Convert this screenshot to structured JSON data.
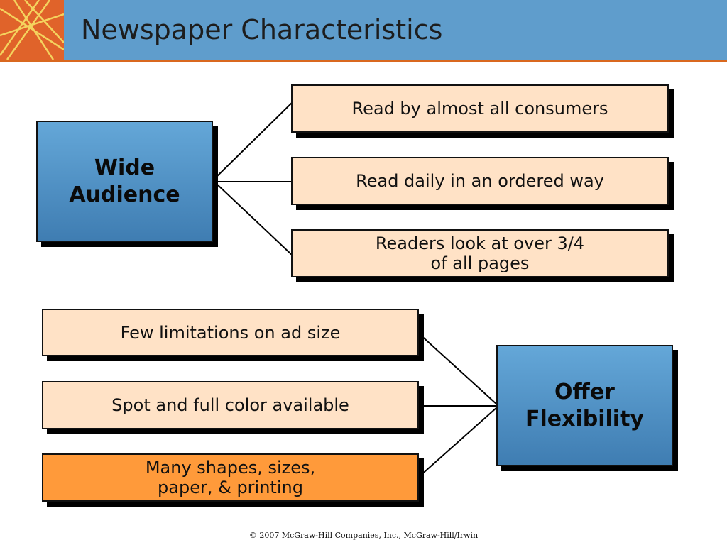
{
  "slide": {
    "title": "Newspaper Characteristics",
    "footer": "© 2007 McGraw-Hill Companies, Inc., McGraw-Hill/Irwin"
  },
  "groups": {
    "audience": {
      "hub": "Wide\nAudience",
      "items": [
        "Read by almost all consumers",
        "Read daily in an ordered way",
        "Readers look at over 3/4\nof all pages"
      ]
    },
    "flexibility": {
      "hub": "Offer\nFlexibility",
      "items": [
        "Few limitations on ad size",
        "Spot and full color available",
        "Many shapes, sizes,\npaper, & printing"
      ]
    }
  },
  "colors": {
    "header": "#5f9dcc",
    "header_rule": "#d9681f",
    "logo": "#e0632a",
    "box_fill": "#ffe2c6",
    "box_highlight": "#ff9a3a",
    "hub_fill": "#4f8fc4"
  }
}
